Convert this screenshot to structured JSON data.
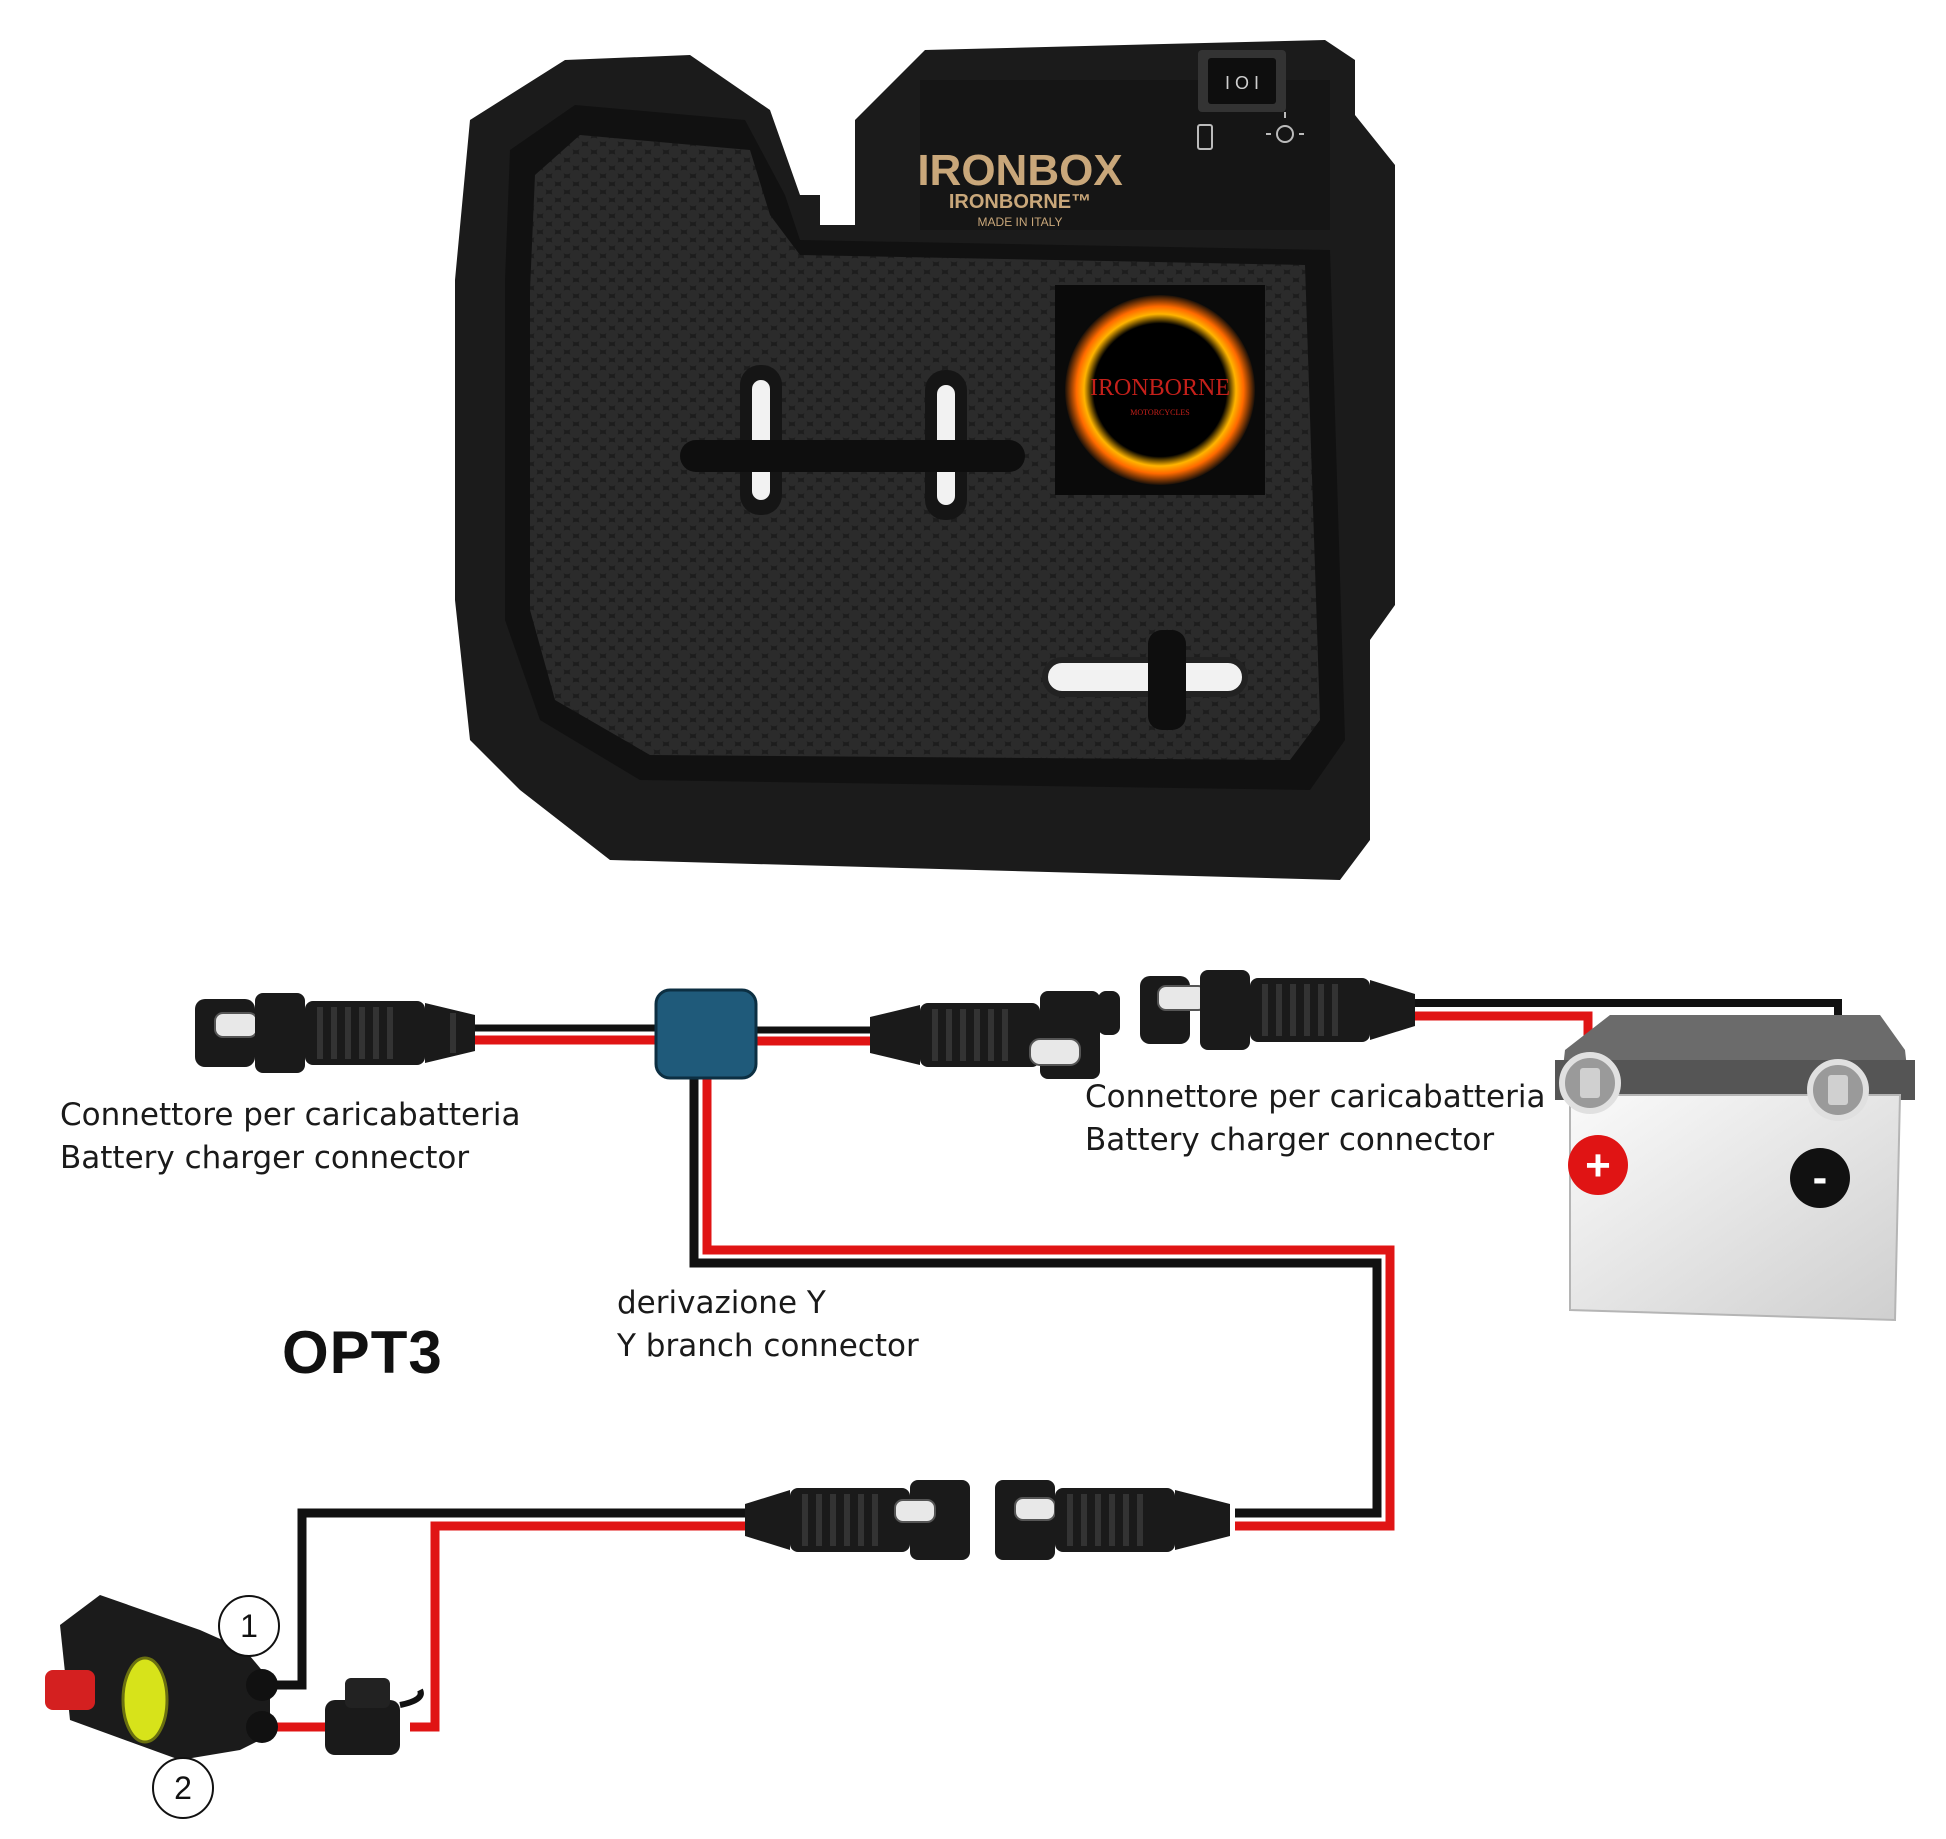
{
  "product": {
    "brand_title": "IRONBOX",
    "brand_sub": "IRONBORNE™",
    "made_in": "MADE IN ITALY",
    "switch_label": "I O I",
    "sticker_text": "IRONBORNE",
    "sticker_sub": "MOTORCYCLES"
  },
  "labels": {
    "left_connector": {
      "it": "Connettore per caricabatteria",
      "en": "Battery charger connector"
    },
    "right_connector": {
      "it": "Connettore per caricabatteria",
      "en": "Battery charger connector"
    },
    "y_branch": {
      "it": "derivazione Y",
      "en": "Y branch connector"
    },
    "option": "OPT3",
    "pin_1": "1",
    "pin_2": "2"
  },
  "battery": {
    "plus": "+",
    "minus": "-"
  },
  "colors": {
    "wire_red": "#e01414",
    "wire_black": "#111111",
    "splitter": "#1f5a7a",
    "box_body": "#1b1b1b"
  }
}
